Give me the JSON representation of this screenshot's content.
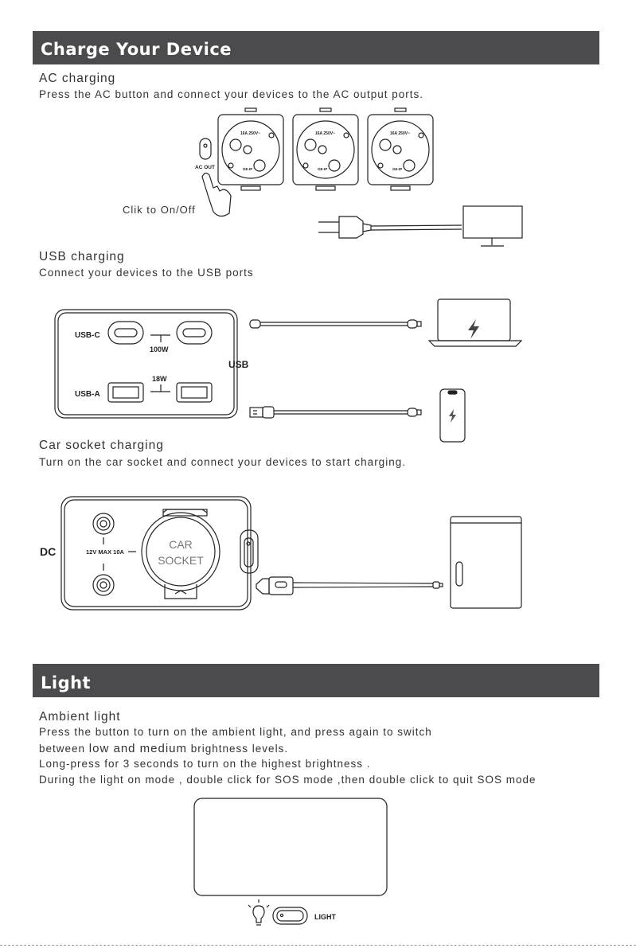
{
  "sections": {
    "charge": {
      "title": "Charge Your Device",
      "ac": {
        "heading": "AC charging",
        "text": "Press the AC button and connect your devices to the AC output ports.",
        "button_label": "AC OUT",
        "click_note": "Clik to On/Off",
        "outlet_rating": "16A 250V~",
        "outlet_mark": "GE-IP"
      },
      "usb": {
        "heading": "USB charging",
        "text": "Connect your devices to the USB ports",
        "usbc_label": "USB-C",
        "usbc_power": "100W",
        "usba_label": "USB-A",
        "usba_power": "18W",
        "panel_label": "USB"
      },
      "car": {
        "heading": "Car socket charging",
        "text": "Turn on the car socket and connect your devices to start charging.",
        "dc_label": "DC",
        "rating": "12V MAX 10A",
        "socket_line1": "CAR",
        "socket_line2": "SOCKET"
      }
    },
    "light": {
      "title": "Light",
      "heading": "Ambient light",
      "line1": "Press the button to turn on the ambient light, and press again to switch",
      "line2_a": "between ",
      "line2_b": "low and medium",
      "line2_c": " brightness levels.",
      "line3": "Long-press for 3 seconds to turn on the highest brightness .",
      "line4": "During the light on mode , double click for SOS mode ,then double click to quit SOS mode",
      "button_label": "LIGHT"
    }
  },
  "colors": {
    "banner": "#4b4b4d",
    "stroke": "#222222"
  }
}
